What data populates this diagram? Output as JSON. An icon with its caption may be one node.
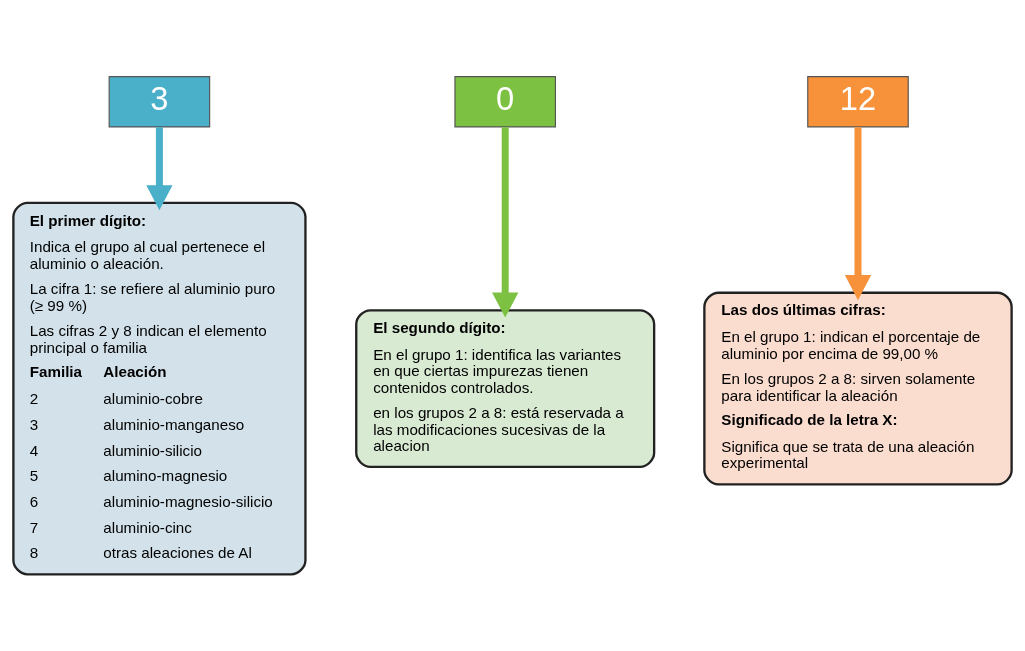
{
  "diagram": {
    "nodes": [
      {
        "text": [
          "3"
        ]
      },
      {
        "text": [
          "0"
        ]
      },
      {
        "text": [
          "12"
        ]
      },
      {
        "text": [
          "El primer dígito:",
          "Indica el grupo al cual pertenece el aluminio o aleación.",
          "La cifra 1: se refiere al aluminio puro (≥ 99 %)",
          "Las cifras 2 y 8 indican el elemento principal o familia",
          "Familia",
          "Aleación",
          "2",
          "aluminio-cobre",
          "3",
          "aluminio-manganeso",
          "4",
          "aluminio-silicio",
          "5",
          "alumino-magnesio",
          "6",
          "aluminio-magnesio-silicio",
          "7",
          "aluminio-cinc",
          "8",
          "otras aleaciones de Al"
        ]
      },
      {
        "text": [
          "El segundo dígito:",
          "En el grupo 1: identifica las variantes en que ciertas impurezas tienen contenidos controlados.",
          "en los grupos 2 a 8: está reservada a las modificaciones sucesivas de la aleacion"
        ]
      },
      {
        "text": [
          "Las dos últimas cifras:",
          "En el grupo 1: indican el porcentaje de aluminio por encima de 99,00 %",
          "En los grupos 2 a 8: sirven solamente para identificar la aleación",
          "Significado de la letra X:",
          "Significa que se trata de una aleación experimental"
        ]
      }
    ],
    "edges": [
      {
        "from": 0,
        "to": 3,
        "arrow": "to",
        "color": "#4aafc8"
      },
      {
        "from": 1,
        "to": 4,
        "arrow": "to",
        "color": "#7dc142"
      },
      {
        "from": 2,
        "to": 5,
        "arrow": "to",
        "color": "#f7923a"
      }
    ]
  }
}
